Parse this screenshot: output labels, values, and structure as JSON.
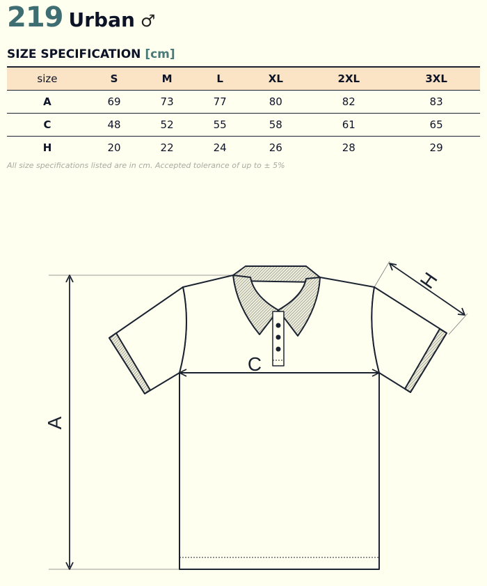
{
  "header": {
    "code": "219",
    "name": "Urban",
    "gender_symbol": "♂"
  },
  "spec": {
    "title": "SIZE SPECIFICATION",
    "unit": "[cm]"
  },
  "table": {
    "headers": [
      "size",
      "S",
      "M",
      "L",
      "XL",
      "2XL",
      "3XL"
    ],
    "rows": [
      [
        "A",
        "69",
        "73",
        "77",
        "80",
        "82",
        "83"
      ],
      [
        "C",
        "48",
        "52",
        "55",
        "58",
        "61",
        "65"
      ],
      [
        "H",
        "20",
        "22",
        "24",
        "26",
        "28",
        "29"
      ]
    ]
  },
  "note": "All size specifications listed are in cm. Accepted tolerance of up to ± 5%",
  "diagram": {
    "label_a": "A",
    "label_c": "C",
    "label_h": "H"
  },
  "colors": {
    "accent": "#3f6e72",
    "header_bg": "#fbe3c6",
    "background": "#fffff0"
  }
}
